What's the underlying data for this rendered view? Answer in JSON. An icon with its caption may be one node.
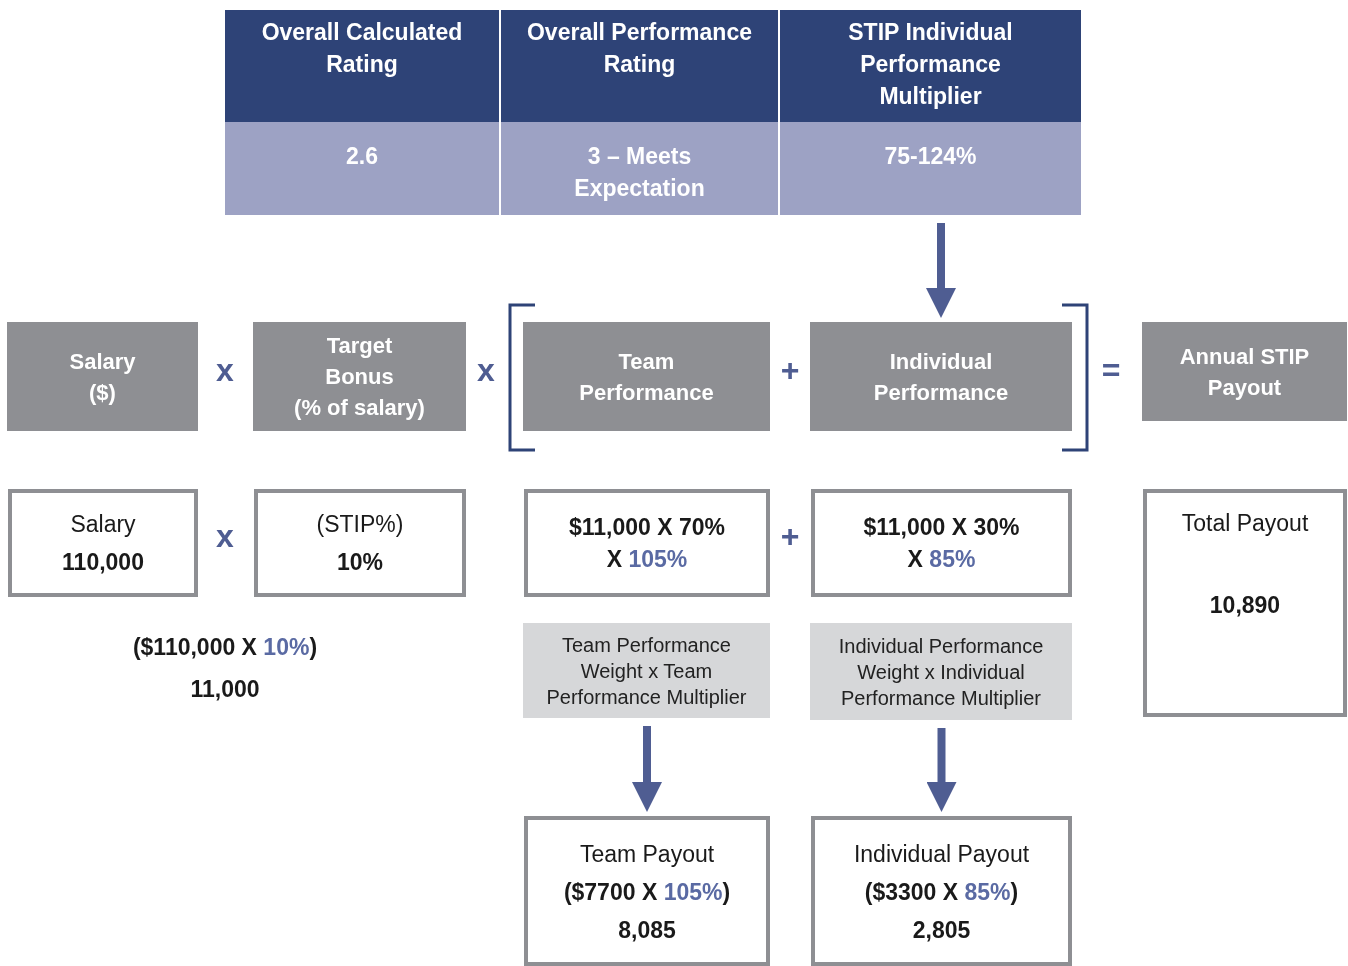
{
  "diagram": {
    "nodes": [
      {
        "text": [
          "Overall Calculated Rating"
        ]
      },
      {
        "text": [
          "Overall Performance Rating"
        ]
      },
      {
        "text": [
          "STIP Individual Performance Multiplier"
        ]
      },
      {
        "text": [
          "2.6"
        ]
      },
      {
        "text": [
          "3 – Meets Expectation"
        ]
      },
      {
        "text": [
          "75-124%"
        ]
      },
      {
        "text": [
          "Salary ($)"
        ]
      },
      {
        "text": [
          "Target Bonus (% of salary)"
        ]
      },
      {
        "text": [
          "Team Performance"
        ]
      },
      {
        "text": [
          "Individual Performance"
        ]
      },
      {
        "text": [
          "Annual STIP Payout"
        ]
      },
      {
        "text": [
          "Salary",
          "110,000"
        ]
      },
      {
        "text": [
          "(STIP%)",
          "10%"
        ]
      },
      {
        "text": [
          "$11,000 X 70% X 105%"
        ]
      },
      {
        "text": [
          "$11,000 X 30% X 85%"
        ]
      },
      {
        "text": [
          "Total Payout",
          "10,890"
        ]
      },
      {
        "text": [
          "Team Performance Weight x Team Performance Multiplier"
        ]
      },
      {
        "text": [
          "Individual Performance Weight x Individual Performance Multiplier"
        ]
      },
      {
        "text": [
          "Team Payout",
          "($7700 X 105%)",
          "8,085"
        ]
      },
      {
        "text": [
          "Individual Payout",
          "($3300 X 85%)",
          "2,805"
        ]
      }
    ],
    "edges": [
      {
        "from": 5,
        "to": 9,
        "arrow": "to"
      },
      {
        "from": 16,
        "to": 18,
        "arrow": "to"
      },
      {
        "from": 17,
        "to": 19,
        "arrow": "to"
      }
    ],
    "labels": [
      "x",
      "x",
      "+",
      "=",
      "x",
      "+",
      "($110,000 X 10%)",
      "11,000"
    ]
  }
}
